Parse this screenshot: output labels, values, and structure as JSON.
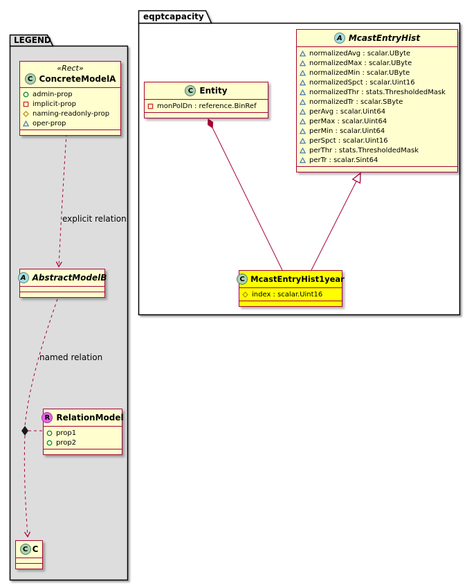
{
  "colors": {
    "class_bg": "#FEFECE",
    "class_border": "#A80036",
    "highlight_bg": "#FFFF00",
    "legend_bg": "#DDDDDD",
    "edge": "#A80036",
    "badge_class": "#ADD1B2",
    "badge_abstract": "#A9DCDF",
    "badge_relation": "#E564E5",
    "icon_circle": "#038048",
    "icon_square": "#C82930",
    "icon_diamond": "#B8860B",
    "icon_triangle": "#4177AF"
  },
  "legend": {
    "title": "LEGEND",
    "concrete_model": {
      "stereotype": "«Rect»",
      "badge": "C",
      "name": "ConcreteModelA",
      "props": [
        {
          "icon": "circle-icon",
          "label": "admin-prop"
        },
        {
          "icon": "square-icon",
          "label": "implicit-prop"
        },
        {
          "icon": "diamond-icon",
          "label": "naming-readonly-prop"
        },
        {
          "icon": "triangle-icon",
          "label": "oper-prop"
        }
      ]
    },
    "abstract_model": {
      "badge": "A",
      "name": "AbstractModelB"
    },
    "relation_model": {
      "badge": "R",
      "name": "RelationModel",
      "props": [
        {
          "icon": "circle-icon",
          "label": "prop1"
        },
        {
          "icon": "circle-icon",
          "label": "prop2"
        }
      ]
    },
    "class_c": {
      "badge": "C",
      "name": "C"
    },
    "labels": {
      "explicit": "explicit relation",
      "named": "named relation"
    }
  },
  "eqptcapacity": {
    "title": "eqptcapacity",
    "entity": {
      "badge": "C",
      "name": "Entity",
      "attrs": [
        {
          "icon": "square-icon",
          "label": "monPolDn : reference.BinRef"
        }
      ]
    },
    "mcast_entry_hist": {
      "badge": "A",
      "name": "McastEntryHist",
      "attrs": [
        {
          "icon": "triangle-icon",
          "label": "normalizedAvg : scalar.UByte"
        },
        {
          "icon": "triangle-icon",
          "label": "normalizedMax : scalar.UByte"
        },
        {
          "icon": "triangle-icon",
          "label": "normalizedMin : scalar.UByte"
        },
        {
          "icon": "triangle-icon",
          "label": "normalizedSpct : scalar.Uint16"
        },
        {
          "icon": "triangle-icon",
          "label": "normalizedThr : stats.ThresholdedMask"
        },
        {
          "icon": "triangle-icon",
          "label": "normalizedTr : scalar.SByte"
        },
        {
          "icon": "triangle-icon",
          "label": "perAvg : scalar.Uint64"
        },
        {
          "icon": "triangle-icon",
          "label": "perMax : scalar.Uint64"
        },
        {
          "icon": "triangle-icon",
          "label": "perMin : scalar.Uint64"
        },
        {
          "icon": "triangle-icon",
          "label": "perSpct : scalar.Uint16"
        },
        {
          "icon": "triangle-icon",
          "label": "perThr : stats.ThresholdedMask"
        },
        {
          "icon": "triangle-icon",
          "label": "perTr : scalar.Sint64"
        }
      ]
    },
    "mcast_entry_hist_1year": {
      "badge": "C",
      "name": "McastEntryHist1year",
      "attrs": [
        {
          "icon": "diamond-icon",
          "label": "index : scalar.Uint16"
        }
      ]
    }
  }
}
